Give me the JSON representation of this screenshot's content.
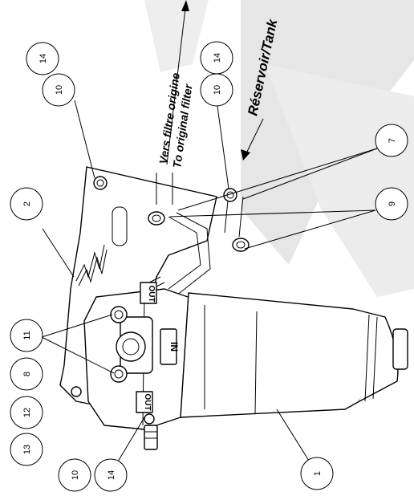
{
  "callouts": {
    "vers_filtre": "Vers filtre origine",
    "to_original": "To original filter",
    "reservoir": "Réservoir/Tank"
  },
  "balloons": {
    "b14_top_left": "14",
    "b10_top_left": "10",
    "b14_top_mid": "14",
    "b10_top_mid": "10",
    "b7": "7",
    "b9": "9",
    "b2": "2",
    "b11": "11",
    "b8": "8",
    "b12": "12",
    "b13": "13",
    "b10_bottom": "10",
    "b14_bottom": "14",
    "b1": "1"
  },
  "filter_labels": {
    "port_in": "IN",
    "port_out_top": "OUT",
    "port_out_bottom": "OUT"
  },
  "colors": {
    "watermark": "#e6e6e6",
    "line": "#000000"
  }
}
